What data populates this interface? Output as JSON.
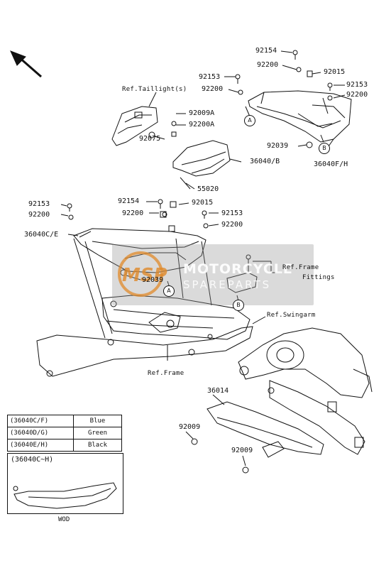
{
  "labels": {
    "n92154_top": "92154",
    "n92200_top": "92200",
    "n92015_top": "92015",
    "n92153_right": "92153",
    "n92200_right": "92200",
    "n92153_mid": "92153",
    "n92200_mid": "92200",
    "ref_taillight": "Ref.Taillight(s)",
    "n92009A": "92009A",
    "n92200A": "92200A",
    "n92075": "92075",
    "n92039_right": "92039",
    "n36040FH": "36040F/H",
    "n36040B": "36040/B",
    "n55020": "55020",
    "n92153_left": "92153",
    "n92200_left": "92200",
    "n36040CE": "36040C/E",
    "n92154_mid": "92154",
    "n92015_mid": "92015",
    "n92200_center": "92200",
    "n92153_center": "92153",
    "n92200_center2": "92200",
    "n92039_center": "92039",
    "ref_frame_fittings_1": "Ref.Frame",
    "ref_frame_fittings_2": "Fittings",
    "ref_swingarm": "Ref.Swingarm",
    "ref_frame": "Ref.Frame",
    "n36014": "36014",
    "n92009_left": "92009",
    "n92009_right": "92009",
    "circle_a": "A",
    "circle_b": "B"
  },
  "watermark": {
    "logo": "MSP",
    "line1": "MOTORCYCLE",
    "line2": "SPAREPARTS"
  },
  "color_table": [
    {
      "code": "(36040C/F)",
      "color": "Blue"
    },
    {
      "code": "(36040D/G)",
      "color": "Green"
    },
    {
      "code": "(36040E/H)",
      "color": "Black"
    }
  ],
  "inset": {
    "title": "(36040C~H)",
    "caption": "WOD"
  },
  "colors": {
    "ink": "#111111",
    "watermark_gray": "#969696",
    "logo_orange": "#e08a2a"
  }
}
